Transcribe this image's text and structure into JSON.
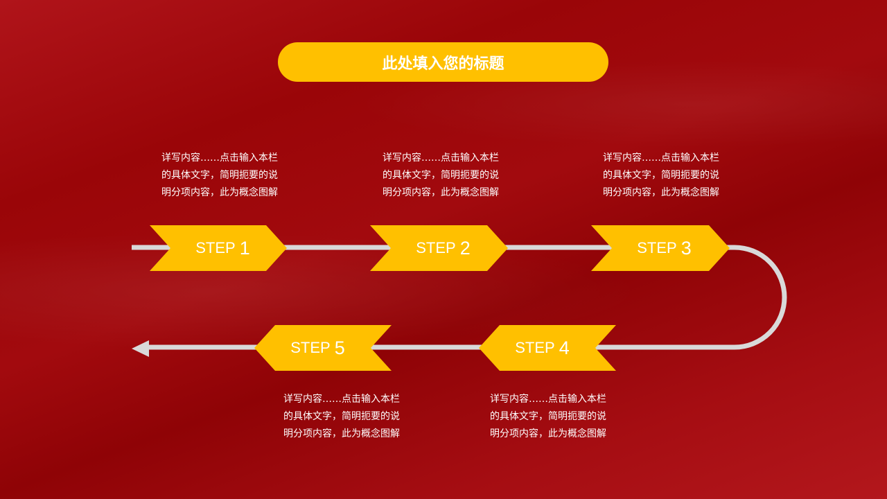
{
  "title": "此处填入您的标题",
  "colors": {
    "accent": "#ffc000",
    "connector": "#d9d9d9",
    "background": "#a00a0e"
  },
  "steps": [
    {
      "label": "STEP",
      "num": "1",
      "desc": [
        "详写内容……点击输入本栏",
        "的具体文字，简明扼要的说",
        "明分项内容，此为概念图解"
      ]
    },
    {
      "label": "STEP",
      "num": "2",
      "desc": [
        "详写内容……点击输入本栏",
        "的具体文字，简明扼要的说",
        "明分项内容，此为概念图解"
      ]
    },
    {
      "label": "STEP",
      "num": "3",
      "desc": [
        "详写内容……点击输入本栏",
        "的具体文字，简明扼要的说",
        "明分项内容，此为概念图解"
      ]
    },
    {
      "label": "STEP",
      "num": "4",
      "desc": [
        "详写内容……点击输入本栏",
        "的具体文字，简明扼要的说",
        "明分项内容，此为概念图解"
      ]
    },
    {
      "label": "STEP",
      "num": "5",
      "desc": [
        "详写内容……点击输入本栏",
        "的具体文字，简明扼要的说",
        "明分项内容，此为概念图解"
      ]
    }
  ]
}
